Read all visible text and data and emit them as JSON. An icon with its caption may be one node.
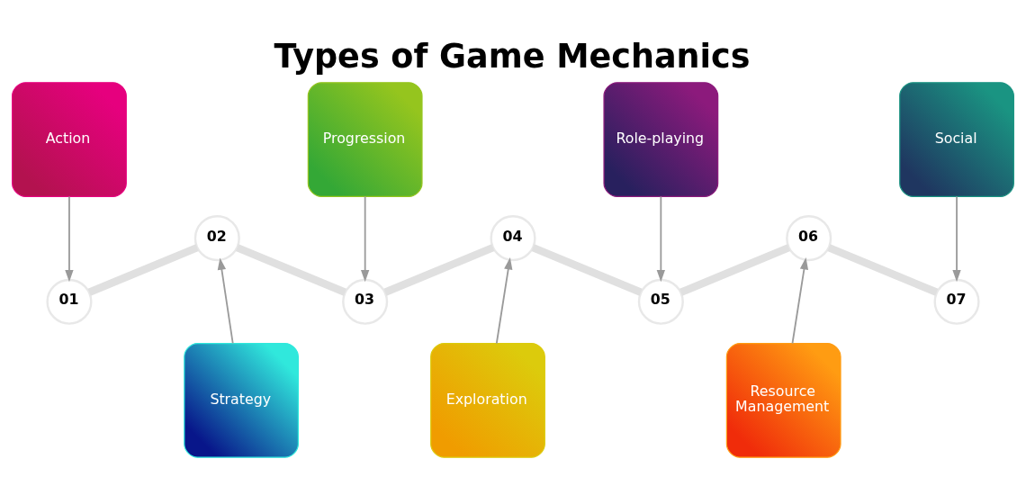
{
  "diagram": {
    "title": "Types of Game Mechanics",
    "nodes": [
      {
        "text": [
          "Action"
        ]
      },
      {
        "text": [
          "01"
        ]
      },
      {
        "text": [
          "Strategy"
        ]
      },
      {
        "text": [
          "02"
        ]
      },
      {
        "text": [
          "Progression"
        ]
      },
      {
        "text": [
          "03"
        ]
      },
      {
        "text": [
          "Exploration"
        ]
      },
      {
        "text": [
          "04"
        ]
      },
      {
        "text": [
          "Role-playing"
        ]
      },
      {
        "text": [
          "05"
        ]
      },
      {
        "text": [
          "Resource Management"
        ]
      },
      {
        "text": [
          "06"
        ]
      },
      {
        "text": [
          "Social"
        ]
      },
      {
        "text": [
          "07"
        ]
      }
    ],
    "edges": [
      {
        "from": 0,
        "to": 1,
        "arrow": "to"
      },
      {
        "from": 2,
        "to": 3,
        "arrow": "to"
      },
      {
        "from": 4,
        "to": 5,
        "arrow": "to"
      },
      {
        "from": 6,
        "to": 7,
        "arrow": "to"
      },
      {
        "from": 8,
        "to": 9,
        "arrow": "to"
      },
      {
        "from": 10,
        "to": 11,
        "arrow": "to"
      },
      {
        "from": 12,
        "to": 13,
        "arrow": "to"
      },
      {
        "from": 3,
        "to": 1,
        "arrow": "none",
        "style": "thick",
        "color": "#e0e0e0"
      },
      {
        "from": 3,
        "to": 5,
        "arrow": "none",
        "style": "thick",
        "color": "#e0e0e0"
      },
      {
        "from": 7,
        "to": 5,
        "arrow": "none",
        "style": "thick",
        "color": "#e0e0e0"
      },
      {
        "from": 7,
        "to": 9,
        "arrow": "none",
        "style": "thick",
        "color": "#e0e0e0"
      },
      {
        "from": 11,
        "to": 9,
        "arrow": "none",
        "style": "thick",
        "color": "#e0e0e0"
      },
      {
        "from": 11,
        "to": 13,
        "arrow": "none",
        "style": "thick",
        "color": "#e0e0e0"
      }
    ]
  }
}
